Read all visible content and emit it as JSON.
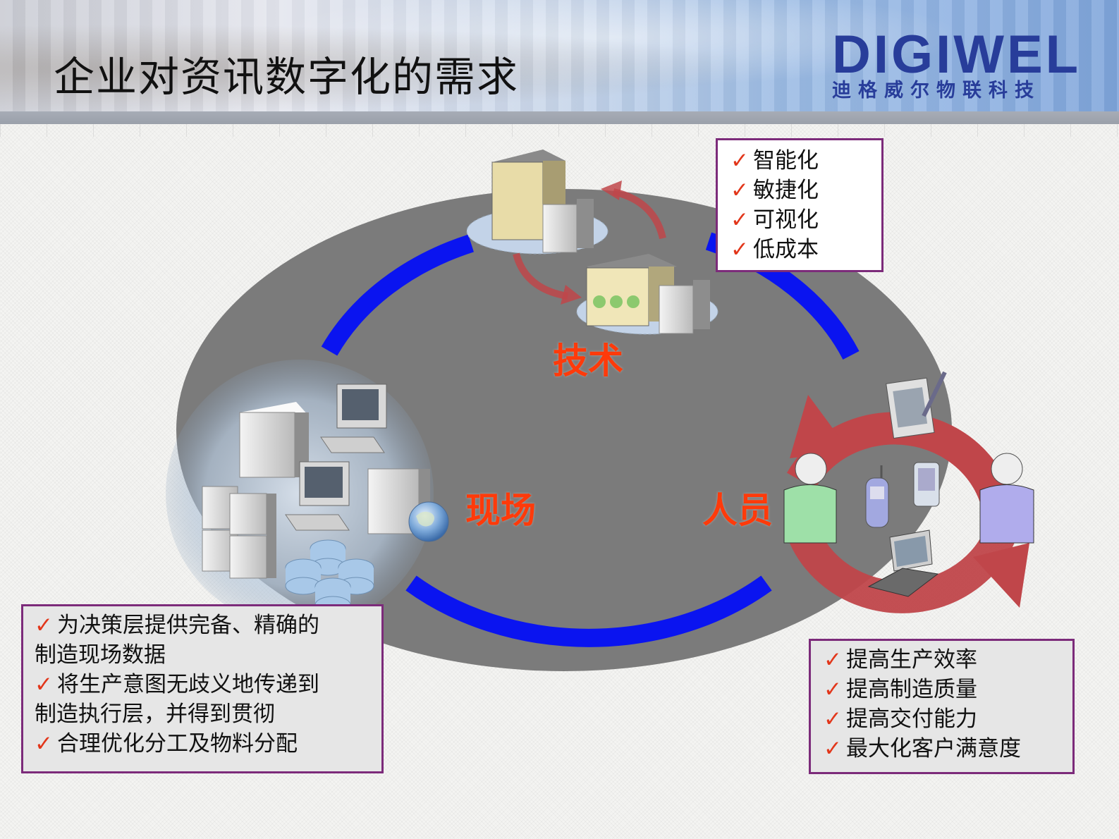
{
  "header": {
    "title": "企业对资讯数字化的需求",
    "logo_text": "DIGIWEL",
    "logo_subtitle": "迪格威尔物联科技"
  },
  "labels": {
    "technology": "技术",
    "field": "现场",
    "people": "人员"
  },
  "check_mark": "✓",
  "tech_box": {
    "items": [
      "智能化",
      "敏捷化",
      "可视化",
      "低成本"
    ]
  },
  "field_box": {
    "items": [
      {
        "check": true,
        "text": "为决策层提供完备、精确的"
      },
      {
        "check": false,
        "text": "制造现场数据"
      },
      {
        "check": true,
        "text": "将生产意图无歧义地传递到"
      },
      {
        "check": false,
        "text": "制造执行层，并得到贯彻"
      },
      {
        "check": true,
        "text": "合理优化分工及物料分配"
      }
    ]
  },
  "people_box": {
    "items": [
      "提高生产效率",
      "提高制造质量",
      "提高交付能力",
      "最大化客户满意度"
    ]
  },
  "colors": {
    "ring": "#0a14f0",
    "ellipse": "#7d7d7d",
    "accent_red": "#ff3a0a",
    "arrow_red": "#c0464a",
    "box_border": "#7c2b7a",
    "logo": "#283d9a"
  },
  "icons": [
    "office-building-icon",
    "server-icon",
    "computer-icon",
    "database-icon",
    "globe-icon",
    "person-icon",
    "mobile-phone-icon",
    "pda-icon",
    "tablet-icon",
    "laptop-icon",
    "cycle-arrow-icon"
  ]
}
